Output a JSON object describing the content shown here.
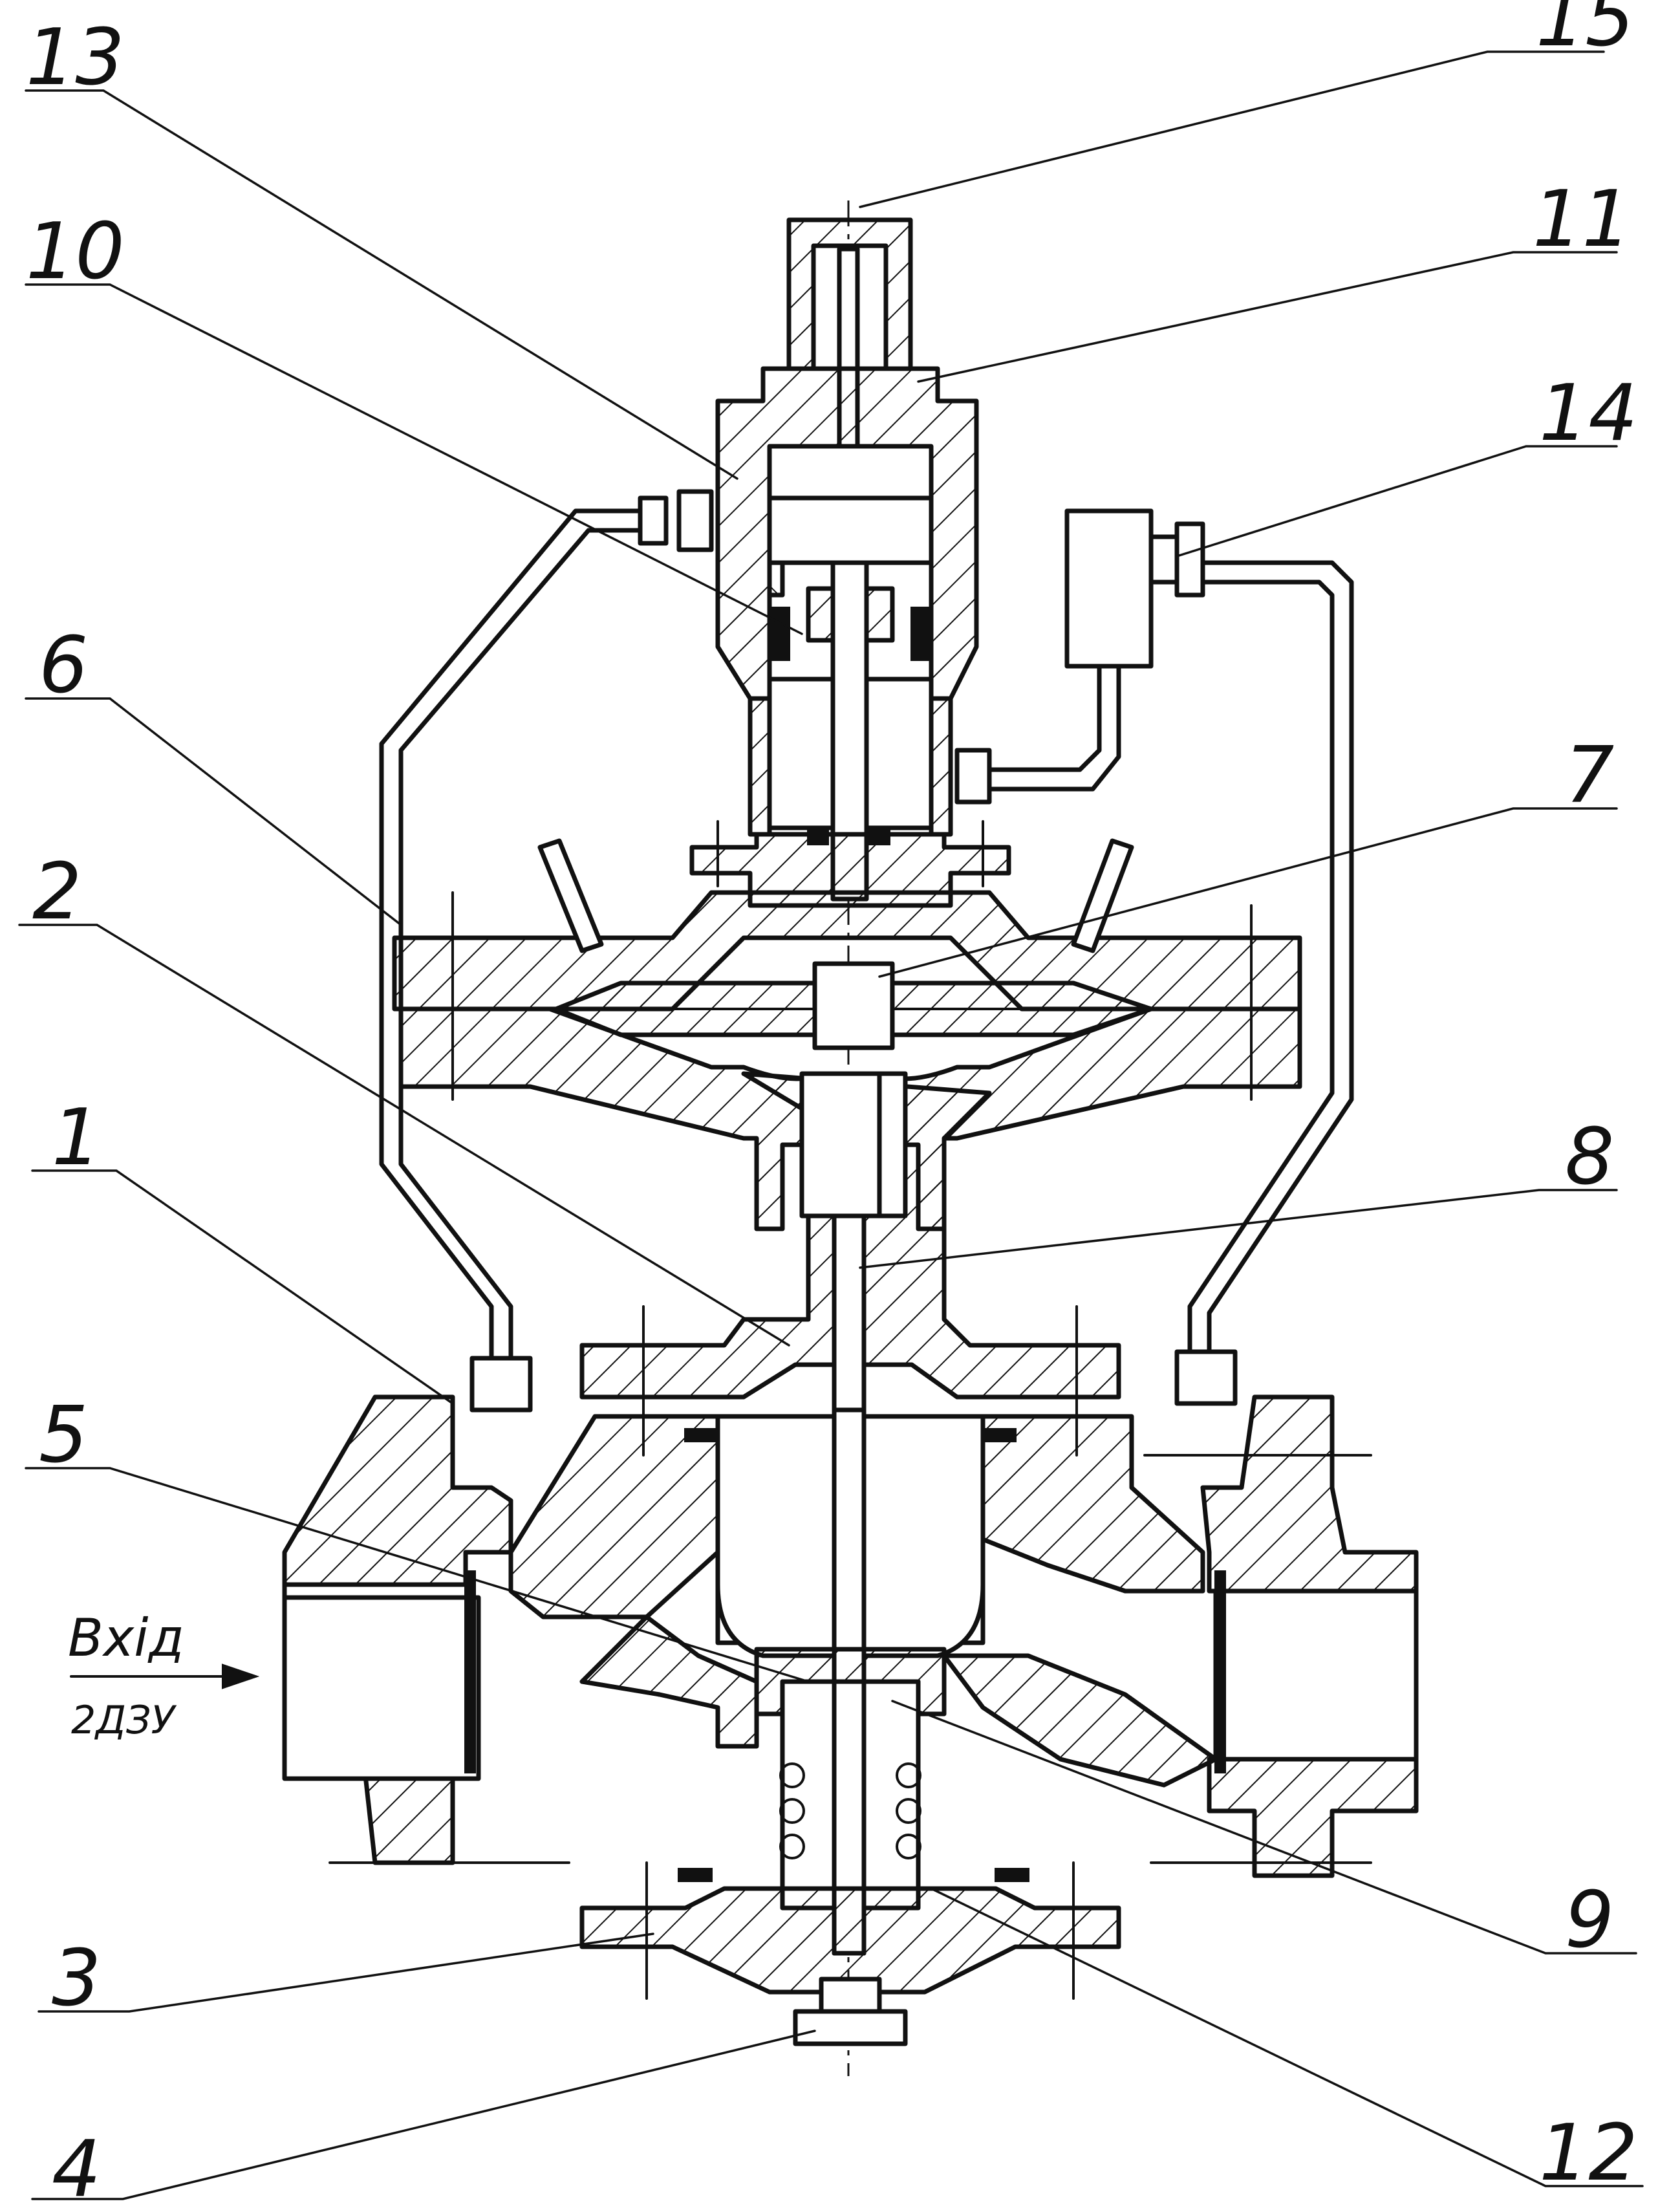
{
  "callouts": {
    "c1": "1",
    "c2": "2",
    "c3": "3",
    "c4": "4",
    "c5": "5",
    "c6": "6",
    "c7": "7",
    "c8": "8",
    "c9": "9",
    "c10": "10",
    "c11": "11",
    "c12": "12",
    "c13": "13",
    "c14": "14",
    "c15": "15"
  },
  "inlet": {
    "label": "Вхід",
    "size": "2ДЗУ"
  }
}
